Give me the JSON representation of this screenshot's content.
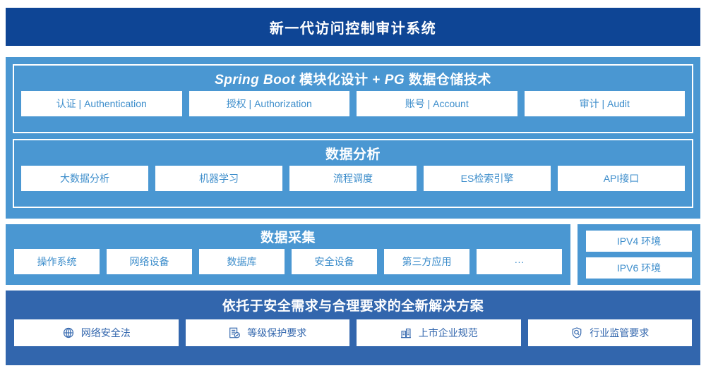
{
  "header": {
    "title": "新一代访问控制审计系统",
    "background": "#0e4595"
  },
  "colors": {
    "header_navy": "#0e4595",
    "panel_blue": "#4a97d2",
    "solution_blue": "#3266ad",
    "chip_background": "#ffffff",
    "chip_text": "#3c8dcb",
    "solution_chip_text": "#3266ad"
  },
  "stack": {
    "springboot": {
      "heading_en_1": "Spring Boot",
      "heading_cn_1": " 模块化设计 + ",
      "heading_en_2": "PG",
      "heading_cn_2": " 数据仓储技术",
      "heading_full": "Spring Boot 模块化设计 + PG 数据仓储技术",
      "chips": [
        {
          "label": "认证 | Authentication"
        },
        {
          "label": "授权 | Authorization"
        },
        {
          "label": "账号 | Account"
        },
        {
          "label": "审计 | Audit"
        }
      ]
    },
    "analysis": {
      "heading": "数据分析",
      "chips": [
        {
          "label": "大数据分析"
        },
        {
          "label": "机器学习"
        },
        {
          "label": "流程调度"
        },
        {
          "label": "ES检索引擎"
        },
        {
          "label": "API接口"
        }
      ]
    }
  },
  "collection": {
    "heading": "数据采集",
    "chips": [
      {
        "label": "操作系统"
      },
      {
        "label": "网络设备"
      },
      {
        "label": "数据库"
      },
      {
        "label": "安全设备"
      },
      {
        "label": "第三方应用"
      },
      {
        "label": "···"
      }
    ]
  },
  "environments": {
    "chips": [
      {
        "label": "IPV4 环境"
      },
      {
        "label": "IPV6 环境"
      }
    ]
  },
  "solutions": {
    "heading": "依托于安全需求与合理要求的全新解决方案",
    "chips": [
      {
        "label": "网络安全法",
        "icon": "globe-network-icon"
      },
      {
        "label": "等级保护要求",
        "icon": "document-check-icon"
      },
      {
        "label": "上市企业规范",
        "icon": "building-icon"
      },
      {
        "label": "行业监管要求",
        "icon": "shield-search-icon"
      }
    ]
  }
}
